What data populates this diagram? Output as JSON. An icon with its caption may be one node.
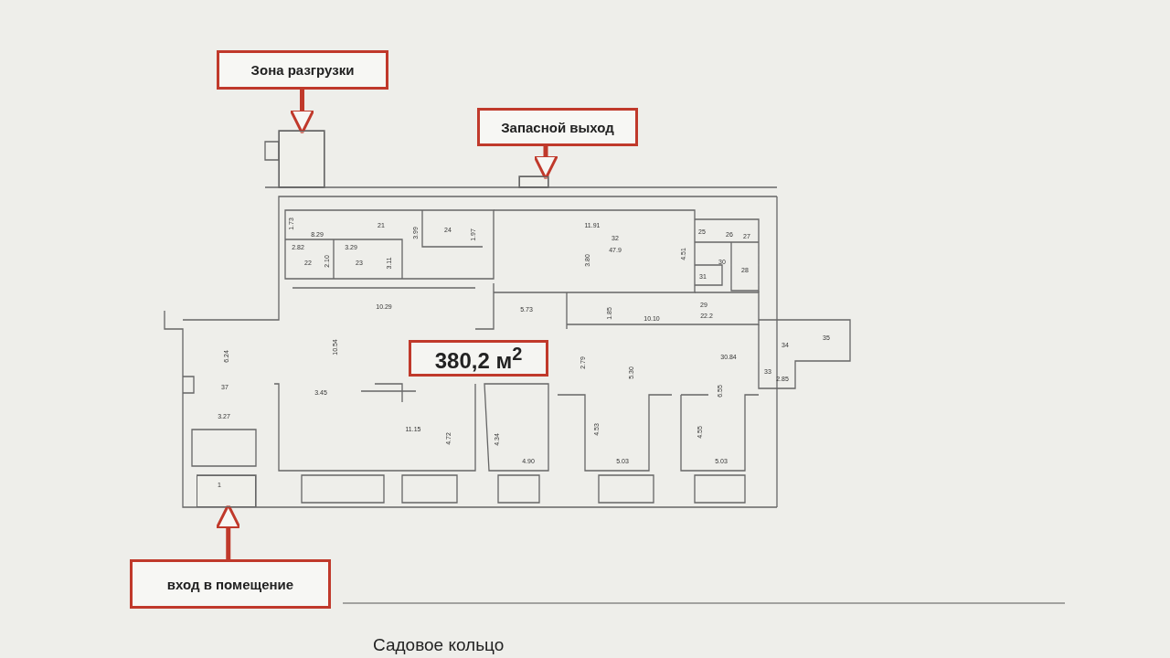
{
  "diagram": {
    "caption": "Садовое кольцо",
    "nodes": [
      {
        "text": [
          "Зона разгрузки"
        ]
      },
      {
        "text": [],
        "shape": "box"
      },
      {
        "text": [
          "Запасной выход"
        ]
      },
      {
        "text": [],
        "shape": "box"
      },
      {
        "text": [
          "380,2 м$^{2}$"
        ]
      },
      {
        "text": [
          "вход в помещение"
        ]
      },
      {
        "text": [],
        "shape": "box"
      }
    ],
    "edges": [
      {
        "from": 0,
        "to": 1,
        "arrow": "to"
      },
      {
        "from": 2,
        "to": 3,
        "arrow": "to"
      },
      {
        "from": 5,
        "to": 6,
        "arrow": "to"
      }
    ],
    "labels": [
      "1.73",
      "8.29",
      "21",
      "3.99",
      "24",
      "1.97",
      "2.82",
      "2.10",
      "3.29",
      "22",
      "23",
      "3.11",
      "11.91",
      "32",
      "47.9",
      "3.80",
      "4.51",
      "25",
      "26",
      "27",
      "30",
      "28",
      "31",
      "10.29",
      "5.73",
      "1.85",
      "10.10",
      "29",
      "22.2",
      "10.54",
      "6.24",
      "37",
      "3.45",
      "3.27",
      "30.84",
      "34",
      "35",
      "33",
      "2.85",
      "2.79",
      "5.30",
      "6.55",
      "11.15",
      "4.72",
      "4.34",
      "4.53",
      "4.55",
      "4.90",
      "5.03",
      "5.03",
      "1"
    ]
  }
}
